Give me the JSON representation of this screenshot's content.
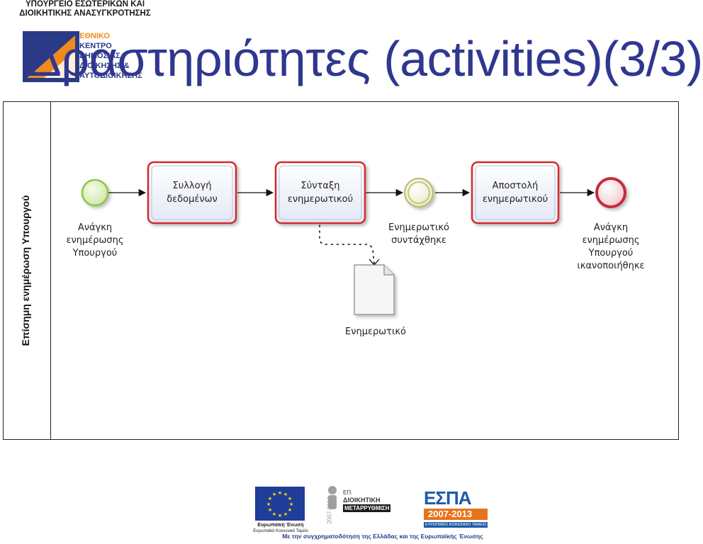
{
  "header": {
    "ministry_line1": "ΥΠΟΥΡΓΕΙΟ ΕΣΩΤΕΡΙΚΩΝ ΚΑΙ",
    "ministry_line2": "ΔΙΟΙΚΗΤΙΚΗΣ ΑΝΑΣΥΓΚΡΟΤΗΣΗΣ",
    "logo_lines": [
      "ΕΘΝΙΚΟ",
      "ΚΕΝΤΡΟ",
      "ΔΗΜΟΣΙΑΣ",
      "ΔΙΟΙΚΗΣΗΣ &",
      "ΑΥΤΟΔΙΟΙΚΗΣΗΣ"
    ],
    "title": "Δραστηριότητες (activities)(3/3)"
  },
  "diagram": {
    "lane_title": "Επίσημη ενημέρωση Υπουργού",
    "start_event_label": [
      "Ανάγκη",
      "ενημέρωσης",
      "Υπουργού"
    ],
    "task1": [
      "Συλλογή",
      "δεδομένων"
    ],
    "task2": [
      "Σύνταξη",
      "ενημερωτικού"
    ],
    "intermediate_event_label": [
      "Ενημερωτικό",
      "συντάχθηκε"
    ],
    "task3": [
      "Αποστολή",
      "ενημερωτικού"
    ],
    "end_event_label": [
      "Ανάγκη",
      "ενημέρωσης",
      "Υπουργού",
      "ικανοποιήθηκε"
    ],
    "data_object_label": "Ενημερωτικό",
    "colors": {
      "task_border": "#d42a2a",
      "task_fill": "#eef0fa",
      "start_event": "#8cc63f",
      "end_event": "#c62a3a",
      "intermediate_event": "#c8c86a",
      "title": "#2f3790"
    }
  },
  "footer": {
    "eu_label": "Ευρωπαϊκή Ένωση",
    "eu_sublabel": "Ευρωπαϊκό Κοινωνικό Ταμείο",
    "program_label_1": "ΕΠ.",
    "program_label_2": "ΔΙΟΙΚΗΤΙΚΗ",
    "program_label_3": "ΜΕΤΑΡΡΥΘΜΙΣΗ",
    "program_years": "2007-2013",
    "espa_label": "ΕΣΠΑ",
    "espa_years": "2007-2013",
    "espa_sub": "ΕΥΡΩΠΑΪΚΟ ΚΟΙΝΩΝΙΚΟ ΤΑΜΕΙΟ",
    "cofunding": "Με την συγχρηματοδότηση της Ελλάδας και της Ευρωπαϊκής Ένωσης"
  }
}
